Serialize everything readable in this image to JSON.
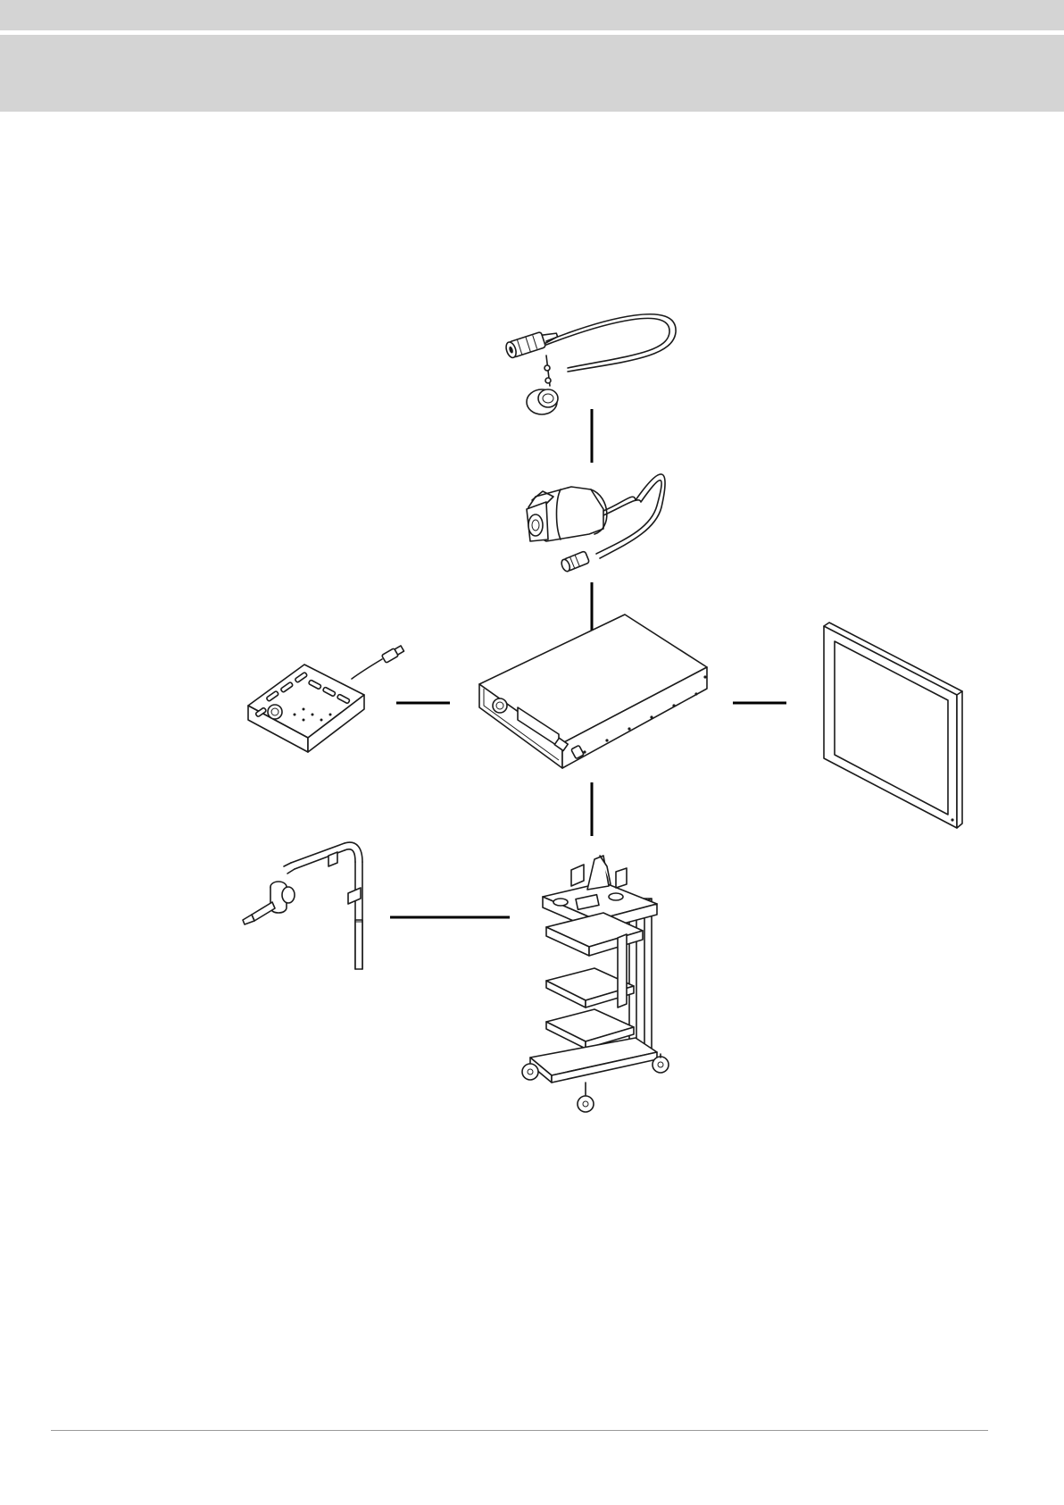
{
  "header": {
    "bar_color": "#d4d4d4"
  },
  "diagram": {
    "line_color": "#1a1a1a",
    "components": [
      {
        "id": "endoscope",
        "icon": "endoscope-icon"
      },
      {
        "id": "camera-head",
        "icon": "camera-head-icon"
      },
      {
        "id": "camera-control-unit",
        "icon": "control-unit-icon"
      },
      {
        "id": "remote-keypad",
        "icon": "keypad-icon"
      },
      {
        "id": "monitor",
        "icon": "monitor-icon"
      },
      {
        "id": "holding-arm",
        "icon": "holding-arm-icon"
      },
      {
        "id": "equipment-cart",
        "icon": "cart-icon"
      }
    ],
    "connections": [
      {
        "from": "endoscope",
        "to": "camera-head"
      },
      {
        "from": "camera-head",
        "to": "camera-control-unit"
      },
      {
        "from": "remote-keypad",
        "to": "camera-control-unit"
      },
      {
        "from": "camera-control-unit",
        "to": "monitor"
      },
      {
        "from": "camera-control-unit",
        "to": "equipment-cart"
      },
      {
        "from": "holding-arm",
        "to": "equipment-cart"
      }
    ]
  },
  "footer": {
    "rule_color": "#9a9a9a"
  }
}
